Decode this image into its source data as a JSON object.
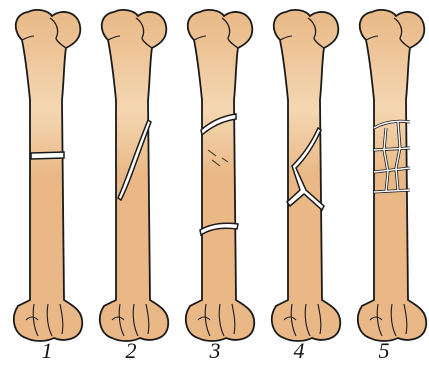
{
  "diagram": {
    "colors": {
      "bone": "#e9b886",
      "bone_light": "#f4d7b2",
      "outline": "#1a1a1a",
      "fracture_gap": "#ffffff"
    },
    "bones": [
      {
        "label": "1",
        "fracture": "transverse"
      },
      {
        "label": "2",
        "fracture": "oblique"
      },
      {
        "label": "3",
        "fracture": "segmental"
      },
      {
        "label": "4",
        "fracture": "butterfly"
      },
      {
        "label": "5",
        "fracture": "comminuted"
      }
    ]
  }
}
